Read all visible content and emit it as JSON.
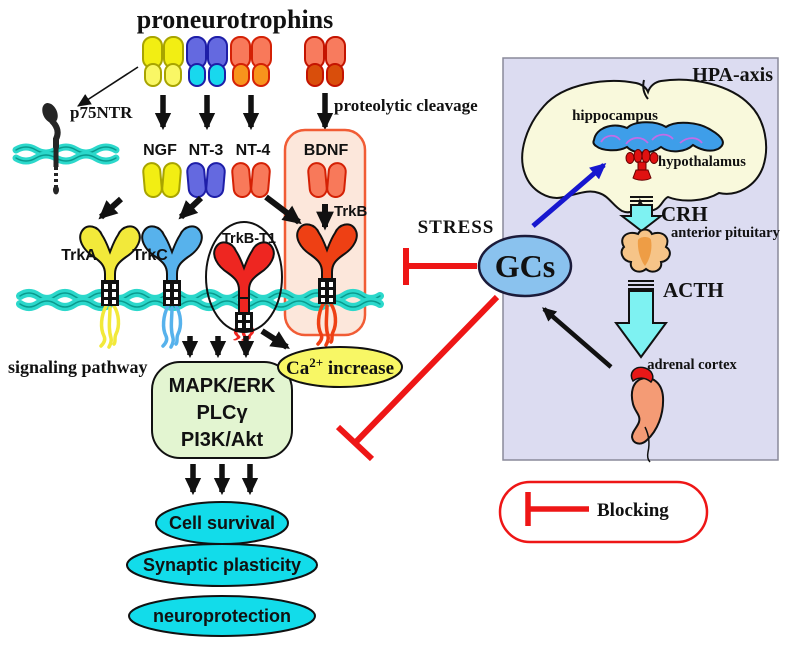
{
  "title": "proneurotrophins",
  "labels": {
    "proteolytic": "proteolytic cleavage",
    "p75": "p75NTR",
    "signaling": "signaling pathway",
    "stress": "STRESS",
    "gcs": "GCs",
    "blocking": "Blocking"
  },
  "neurotrophins": [
    "NGF",
    "NT-3",
    "NT-4",
    "BDNF"
  ],
  "receptors": [
    "TrkA",
    "TrkC",
    "TrkB-T1",
    "TrkB"
  ],
  "pathways": [
    "MAPK/ERK",
    "PLCγ",
    "PI3K/Akt"
  ],
  "ca_increase": {
    "base": "Ca",
    "sup": "2+",
    "rest": " increase"
  },
  "outcomes": [
    "Cell survival",
    "Synaptic plasticity",
    "neuroprotection"
  ],
  "hpa": {
    "title": "HPA-axis",
    "hippocampus": "hippocampus",
    "hypothalamus": "hypothalamus",
    "crh": "CRH",
    "pituitary": "anterior pituitary",
    "acth": "ACTH",
    "adrenal": "adrenal cortex"
  },
  "palette": {
    "yellow_top": "#f2ee13",
    "yellow_bottom": "#f9f765",
    "blue_top": "#6469e0",
    "cyan_bottom": "#18d8ee",
    "orange_top": "#f8795a",
    "orange_bottom": "#f8941c",
    "salmon_top": "#f87b5e",
    "red_bottom": "#d94e0b",
    "trka": "#f2e93a",
    "trkc": "#57b2ec",
    "trkb_t1": "#ee2621",
    "trkb": "#ee4014",
    "membrane": "#2bd8cb",
    "bdnf_box_fill": "#fce7db",
    "bdnf_box_stroke": "#f15c35",
    "pathway_green": "#e3f5d1",
    "ca_yellow": "#f8f765",
    "outcome_cyan": "#12dcea",
    "hpa_bg": "#dcdcf1",
    "brain_fill": "#f9f9dc",
    "hippocampus_blue": "#3e9ee9",
    "stress_red": "#ee1616",
    "gcs_blue": "#8ac2ee",
    "arrow_blue": "#1717cf",
    "pituitary_orange": "#f6c488",
    "kidney_salmon": "#f49b75",
    "adrenal_red": "#e81818"
  }
}
